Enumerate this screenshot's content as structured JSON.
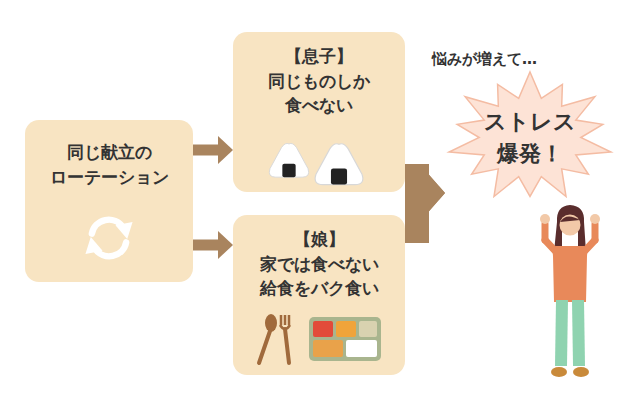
{
  "diagram": {
    "nodes": [
      {
        "text": [
          "同じ献立の ローテーション"
        ]
      },
      {
        "text": [
          "【息子】",
          "同じものしか 食べない"
        ]
      },
      {
        "text": [
          "【娘】",
          "家では食べない 給食をバク食い"
        ]
      },
      {
        "text": [
          "ストレス 爆発！"
        ]
      }
    ],
    "edges": [
      {
        "from": 0,
        "to": 1,
        "arrow": "to"
      },
      {
        "from": 0,
        "to": 2,
        "arrow": "to"
      },
      {
        "from": 1,
        "to": 3,
        "arrow": "to"
      },
      {
        "from": 2,
        "to": 3,
        "arrow": "to"
      }
    ],
    "labels": [
      "悩みが増えて…"
    ]
  }
}
